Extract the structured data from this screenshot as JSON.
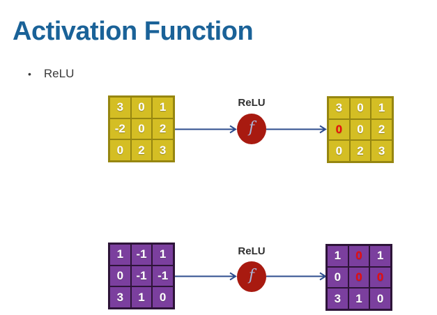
{
  "title": "Activation Function",
  "bullets": [
    {
      "marker": "•",
      "label": "ReLU"
    }
  ],
  "colors": {
    "title_color": "#1a6298",
    "body_text": "#3a3a3a",
    "label_text": "#2f2f2f",
    "arrow_color": "#2e4d8e",
    "circle_fill": "#a81a10",
    "function_symbol_color": "#a9b6d8",
    "yellow_fill": "#d4be24",
    "yellow_border": "#968610",
    "purple_fill": "#7b3f9e",
    "purple_border": "#2d1438",
    "red_value": "#e80d0d",
    "cell_text": "#ffffff"
  },
  "diagrams": [
    {
      "function_label": "ReLU",
      "function_symbol": "f",
      "theme": "yellow",
      "input_matrix": [
        [
          "3",
          "0",
          "1"
        ],
        [
          "-2",
          "0",
          "2"
        ],
        [
          "0",
          "2",
          "3"
        ]
      ],
      "output_matrix": [
        [
          "3",
          "0",
          "1"
        ],
        [
          "0",
          "0",
          "2"
        ],
        [
          "0",
          "2",
          "3"
        ]
      ],
      "output_red_cells": [
        [
          1,
          0
        ]
      ]
    },
    {
      "function_label": "ReLU",
      "function_symbol": "f",
      "theme": "purple",
      "input_matrix": [
        [
          "1",
          "-1",
          "1"
        ],
        [
          "0",
          "-1",
          "-1"
        ],
        [
          "3",
          "1",
          "0"
        ]
      ],
      "output_matrix": [
        [
          "1",
          "0",
          "1"
        ],
        [
          "0",
          "0",
          "0"
        ],
        [
          "3",
          "1",
          "0"
        ]
      ],
      "output_red_cells": [
        [
          0,
          1
        ],
        [
          1,
          1
        ],
        [
          1,
          2
        ]
      ]
    }
  ]
}
